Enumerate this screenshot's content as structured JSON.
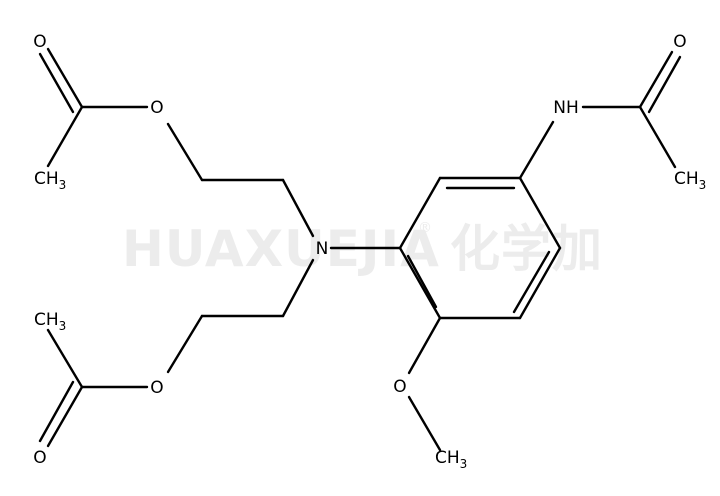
{
  "watermark": {
    "text": "HUAXUEJIA",
    "registered": "®",
    "cn": "化学加"
  },
  "molecule": {
    "atoms": {
      "n_center": "N",
      "nh_top": "NH",
      "o_ester_top": "O",
      "o_carbonyl_top": "O",
      "o_ester_bottom": "O",
      "o_carbonyl_bottom": "O",
      "o_methoxy": "O",
      "o_amide": "O"
    },
    "methyls": {
      "ch3_top_left": {
        "main": "CH",
        "sub": "3"
      },
      "ch3_bottom_left": {
        "main": "CH",
        "sub": "3"
      },
      "ch3_methoxy": {
        "main": "CH",
        "sub": "3"
      },
      "ch3_amide": {
        "main": "CH",
        "sub": "3"
      }
    }
  }
}
